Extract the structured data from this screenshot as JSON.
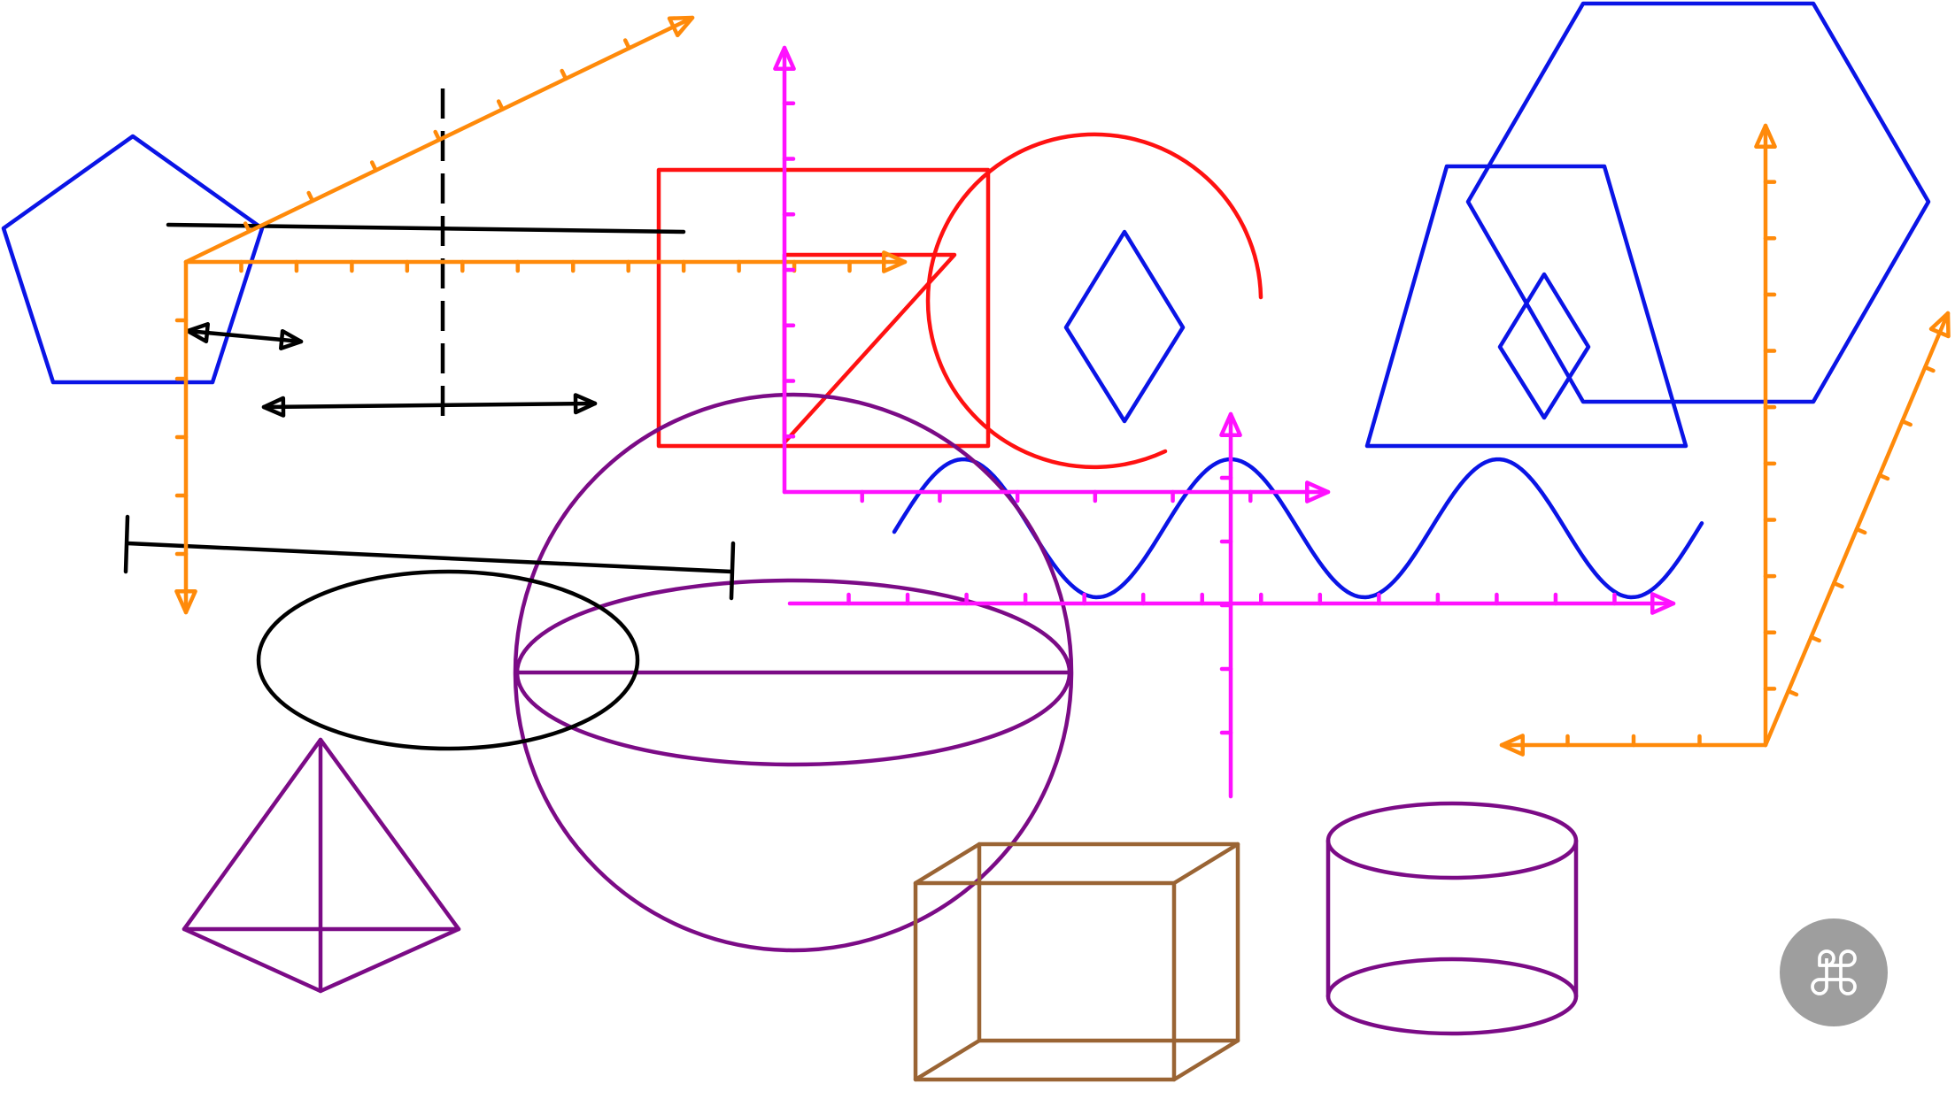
{
  "colors": {
    "blue": "#0a14e6",
    "orange": "#ff8a0a",
    "magenta": "#ff11ff",
    "red": "#ff1111",
    "purple": "#7b0b86",
    "black": "#000000",
    "brown": "#9a6434",
    "fab_background": "#9e9e9e",
    "fab_icon": "#ffffff"
  },
  "shapes": [
    {
      "name": "pentagon-shape",
      "kind": "pentagon",
      "color": "blue"
    },
    {
      "name": "hexagon-shape",
      "kind": "hexagon",
      "color": "blue"
    },
    {
      "name": "trapezoid-shape",
      "kind": "trapezoid",
      "color": "blue"
    },
    {
      "name": "rhombus-shape",
      "kind": "rhombus",
      "color": "blue"
    },
    {
      "name": "rhombus-shape",
      "kind": "rhombus",
      "color": "blue"
    },
    {
      "name": "sine-wave-shape",
      "kind": "sine-curve",
      "color": "blue"
    },
    {
      "name": "rectangle-shape",
      "kind": "rectangle",
      "color": "red"
    },
    {
      "name": "right-triangle-shape",
      "kind": "triangle",
      "color": "red"
    },
    {
      "name": "circle-arc-shape",
      "kind": "arc",
      "color": "red"
    },
    {
      "name": "sphere-shape",
      "kind": "sphere",
      "color": "purple"
    },
    {
      "name": "pyramid-shape",
      "kind": "pyramid",
      "color": "purple"
    },
    {
      "name": "cylinder-shape",
      "kind": "cylinder",
      "color": "purple"
    },
    {
      "name": "ellipse-shape",
      "kind": "ellipse",
      "color": "black"
    },
    {
      "name": "cube-shape",
      "kind": "cuboid",
      "color": "brown"
    },
    {
      "name": "line-segment-shape",
      "kind": "line",
      "color": "black"
    },
    {
      "name": "dashed-line-shape",
      "kind": "dashed-line",
      "color": "black"
    },
    {
      "name": "double-arrow-shape",
      "kind": "double-arrow",
      "color": "black"
    },
    {
      "name": "double-arrow-shape",
      "kind": "double-arrow",
      "color": "black"
    },
    {
      "name": "bracket-segment-shape",
      "kind": "bounded-segment",
      "color": "black"
    },
    {
      "name": "coordinate-axes-shape",
      "kind": "axes-2d",
      "color": "orange"
    },
    {
      "name": "coordinate-axes-shape",
      "kind": "axes-3d",
      "color": "orange"
    },
    {
      "name": "coordinate-axes-shape",
      "kind": "axes-2d",
      "color": "magenta"
    },
    {
      "name": "coordinate-axes-shape",
      "kind": "axes-2d",
      "color": "magenta"
    }
  ],
  "fab": {
    "icon": "command-icon"
  }
}
